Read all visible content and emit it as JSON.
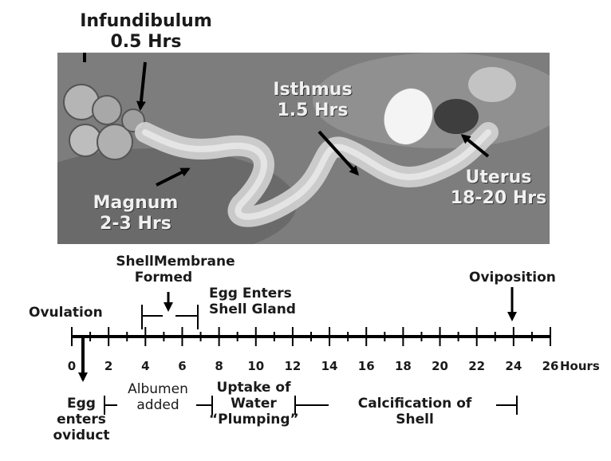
{
  "photo_labels": {
    "infundibulum": {
      "name": "Infundibulum",
      "time": "0.5 Hrs"
    },
    "magnum": {
      "name": "Magnum",
      "time": "2-3 Hrs"
    },
    "isthmus": {
      "name": "Isthmus",
      "time": "1.5 Hrs"
    },
    "uterus": {
      "name": "Uterus",
      "time": "18-20 Hrs"
    }
  },
  "events_above": {
    "shell_membrane": {
      "line1": "ShellMembrane",
      "line2": "Formed"
    },
    "egg_enters_shell_gland": {
      "line1": "Egg Enters",
      "line2": "Shell Gland"
    },
    "ovulation": "Ovulation",
    "oviposition": "Oviposition"
  },
  "timeline": {
    "ticks": [
      "0",
      "2",
      "4",
      "6",
      "8",
      "10",
      "12",
      "14",
      "16",
      "18",
      "20",
      "22",
      "24",
      "26"
    ],
    "unit": "Hours"
  },
  "phases_below": {
    "egg_enters_oviduct": {
      "line1": "Egg",
      "line2": "enters",
      "line3": "oviduct"
    },
    "albumen": {
      "line1": "Albumen",
      "line2": "added"
    },
    "uptake": {
      "line1": "Uptake of",
      "line2": "Water",
      "line3": "“Plumping”"
    },
    "calcification": {
      "line1": "Calcification of",
      "line2": "Shell"
    }
  }
}
